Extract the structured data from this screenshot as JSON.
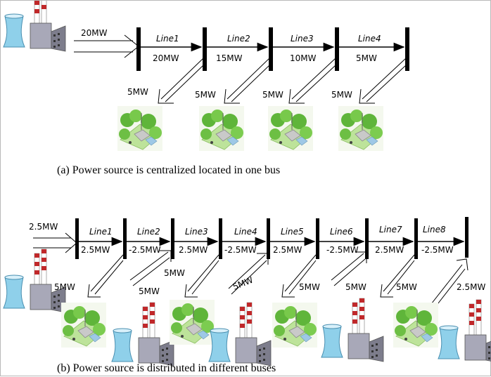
{
  "panel_a": {
    "caption": "(a)  Power source is centralized located in one bus",
    "source_power": "20MW",
    "lines": [
      {
        "name": "Line1",
        "flow": "20MW"
      },
      {
        "name": "Line2",
        "flow": "15MW"
      },
      {
        "name": "Line3",
        "flow": "10MW"
      },
      {
        "name": "Line4",
        "flow": "5MW"
      }
    ],
    "loads": [
      "5MW",
      "5MW",
      "5MW",
      "5MW"
    ]
  },
  "panel_b": {
    "caption": "(b)  Power source is distributed in different buses",
    "source_power": "2.5MW",
    "lines": [
      {
        "name": "Line1",
        "flow": "2.5MW"
      },
      {
        "name": "Line2",
        "flow": "-2.5MW"
      },
      {
        "name": "Line3",
        "flow": "2.5MW"
      },
      {
        "name": "Line4",
        "flow": "-2.5MW"
      },
      {
        "name": "Line5",
        "flow": "2.5MW"
      },
      {
        "name": "Line6",
        "flow": "-2.5MW"
      },
      {
        "name": "Line7",
        "flow": "2.5MW"
      },
      {
        "name": "Line8",
        "flow": "-2.5MW"
      }
    ],
    "loads": [
      "5MW",
      "5MW",
      "5MW",
      "5MW",
      "5MW",
      "5MW",
      "5MW",
      "2.5MW"
    ]
  },
  "colors": {
    "cooling_tower": "#7ec8e3",
    "chimney_red": "#c0282a",
    "factory_wall": "#9a9aa8",
    "tree_green": "#6cbf3f",
    "ground_green": "#b6e08c"
  }
}
